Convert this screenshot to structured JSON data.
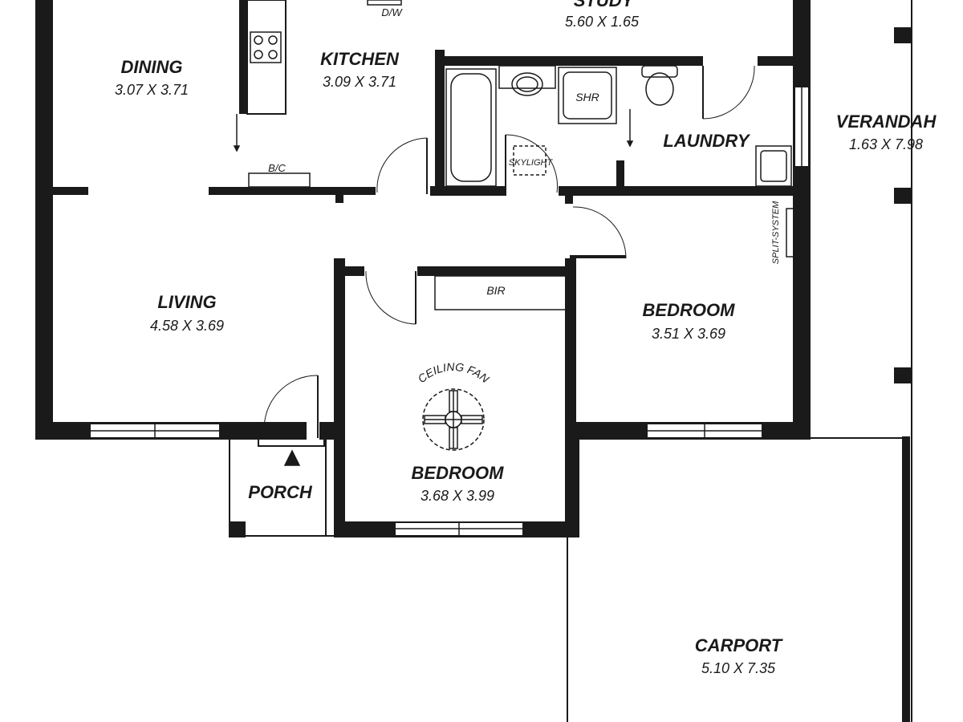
{
  "rooms": {
    "study": {
      "name": "STUDY",
      "dims": "5.60 X 1.65"
    },
    "dining": {
      "name": "DINING",
      "dims": "3.07 X 3.71"
    },
    "kitchen": {
      "name": "KITCHEN",
      "dims": "3.09 X 3.71"
    },
    "laundry": {
      "name": "LAUNDRY"
    },
    "verandah": {
      "name": "VERANDAH",
      "dims": "1.63 X 7.98"
    },
    "living": {
      "name": "LIVING",
      "dims": "4.58 X 3.69"
    },
    "bedroom1": {
      "name": "BEDROOM",
      "dims": "3.51 X 3.69"
    },
    "bedroom2": {
      "name": "BEDROOM",
      "dims": "3.68 X 3.99"
    },
    "porch": {
      "name": "PORCH"
    },
    "carport": {
      "name": "CARPORT",
      "dims": "5.10 X 7.35"
    }
  },
  "labels": {
    "dw": "D/W",
    "bic": "B/C",
    "shr": "SHR",
    "skylight": "SKYLIGHT",
    "split_system": "SPLIT-SYSTEM",
    "bir": "BIR",
    "ceiling_fan": "CEILING FAN"
  },
  "colors": {
    "wall": "#1a1a1a",
    "background": "#ffffff"
  }
}
